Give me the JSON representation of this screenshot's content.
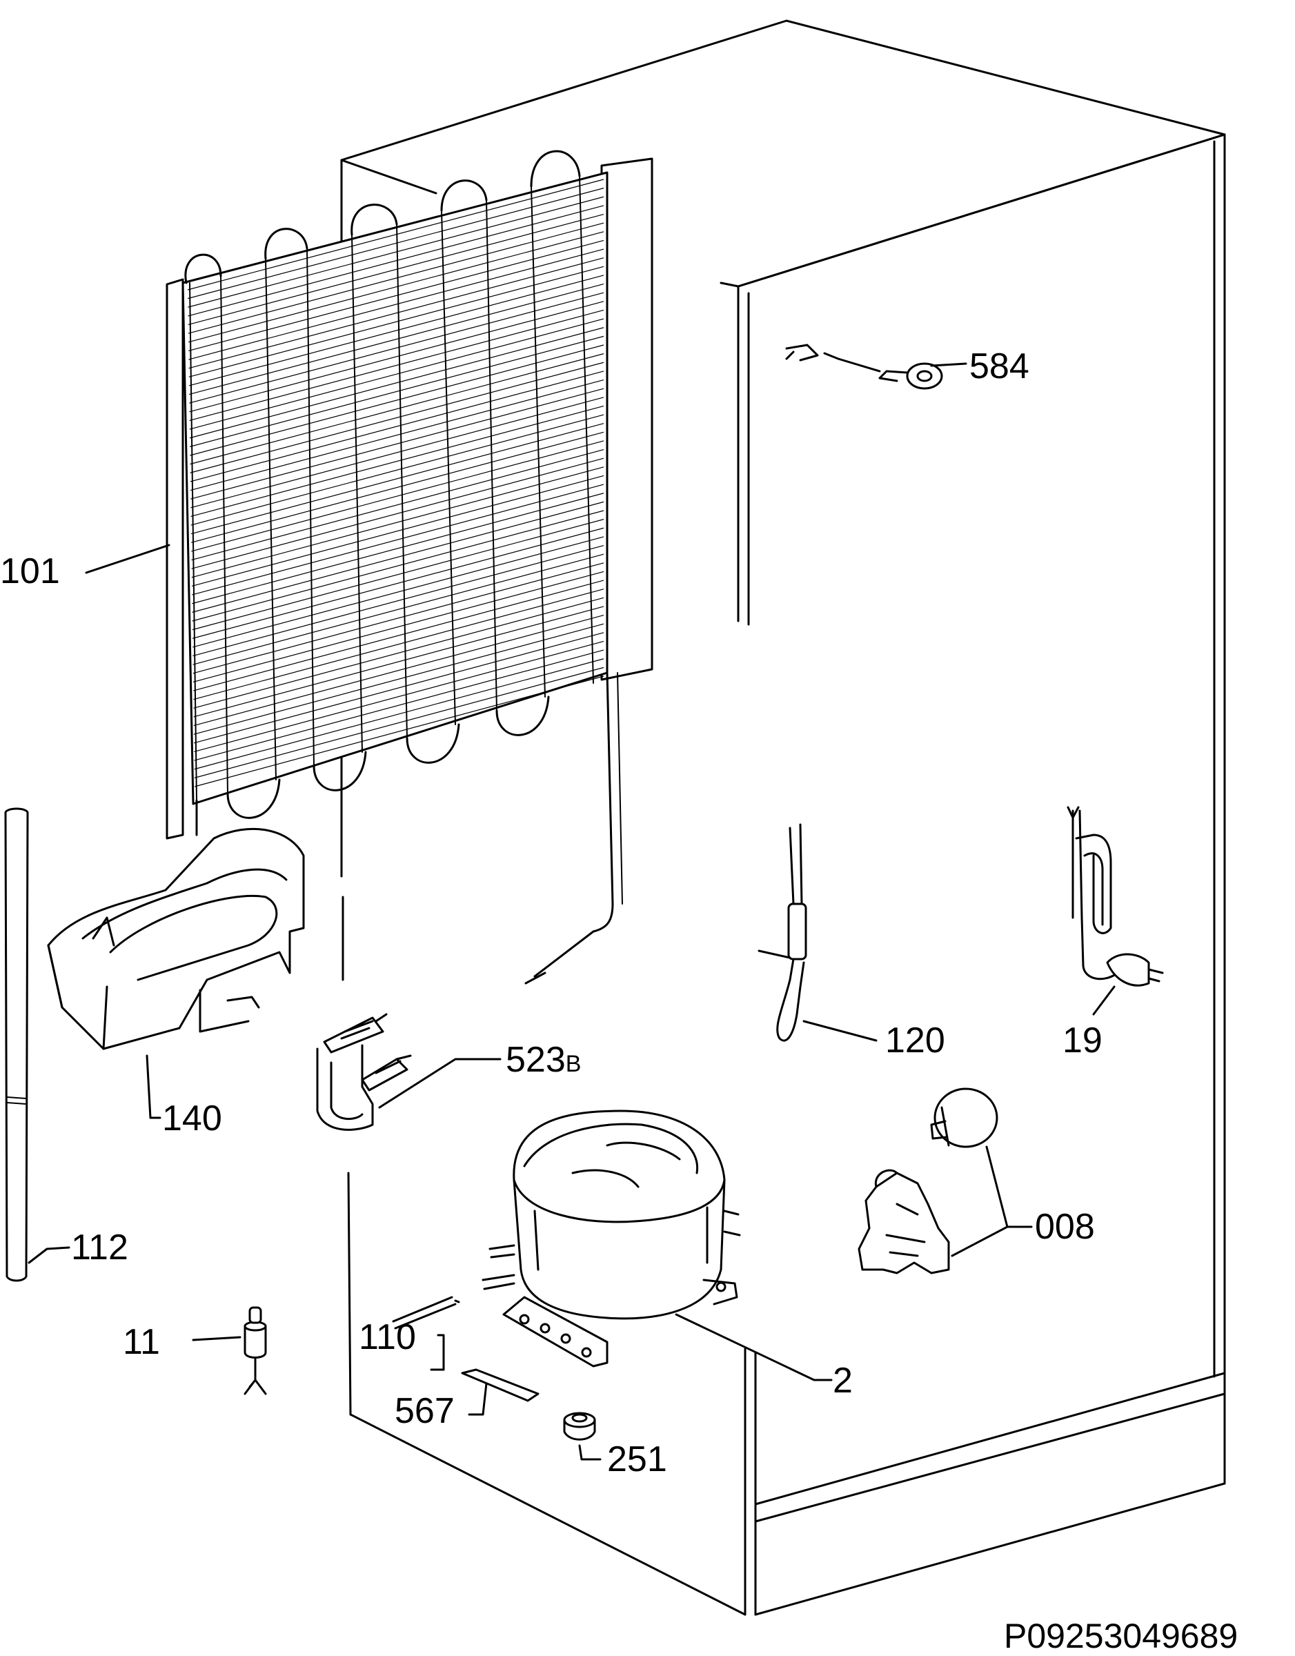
{
  "figure_ref": "P09253049689",
  "callouts": [
    {
      "id": "584",
      "text": "584"
    },
    {
      "id": "101",
      "text": "101"
    },
    {
      "id": "140",
      "text": "140"
    },
    {
      "id": "523B",
      "text": "523",
      "suffix": "B"
    },
    {
      "id": "120",
      "text": "120"
    },
    {
      "id": "19",
      "text": "19"
    },
    {
      "id": "112",
      "text": "112"
    },
    {
      "id": "008",
      "text": "008"
    },
    {
      "id": "11",
      "text": "11"
    },
    {
      "id": "110",
      "text": "110"
    },
    {
      "id": "2",
      "text": "2"
    },
    {
      "id": "567",
      "text": "567"
    },
    {
      "id": "251",
      "text": "251"
    }
  ]
}
